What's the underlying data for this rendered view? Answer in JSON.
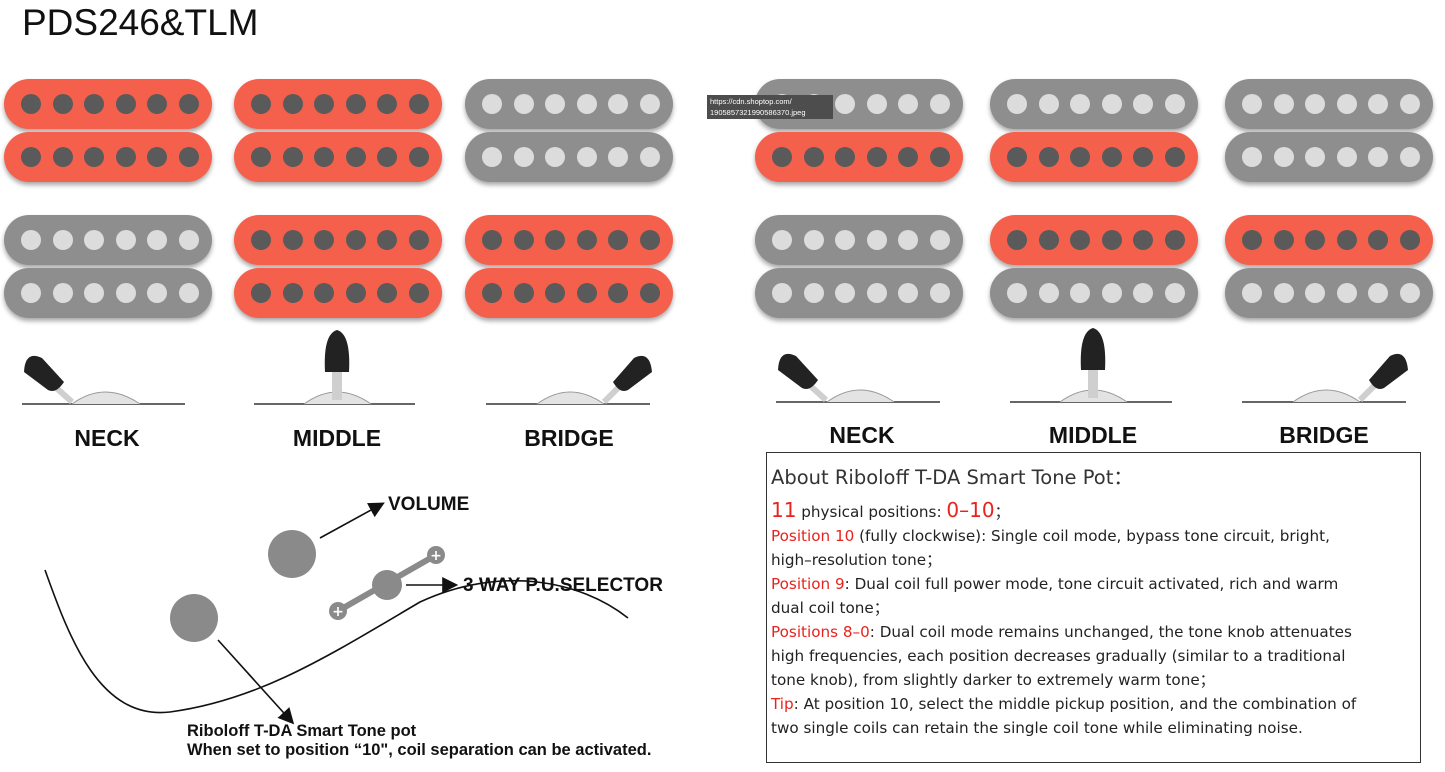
{
  "title": "PDS246&TLM",
  "left_group": {
    "neck_label": "NECK",
    "middle_label": "MIDDLE",
    "bridge_label": "BRIDGE"
  },
  "right_group": {
    "neck_label": "NECK",
    "middle_label": "MIDDLE",
    "bridge_label": "BRIDGE"
  },
  "tooltip": {
    "line1": "https://cdn.shoptop.com/",
    "line2": "1905857321990586370.jpeg"
  },
  "wiring": {
    "volume_label": "VOLUME",
    "selector_label": "3 WAY P.U.SELECTOR",
    "tone_line1": "Riboloff T-DA Smart Tone pot",
    "tone_line2": "When set to position “10\", coil separation can be activated."
  },
  "info": {
    "heading": "About Riboloff T-DA Smart Tone Pot：",
    "l1_num": "11",
    "l1_text": " physical positions: ",
    "l1_range": "0–10",
    "l1_end": "；",
    "l2_red": "Position 10",
    "l2_text": " (fully clockwise): Single coil mode, bypass tone circuit, bright,",
    "l3_text": "high–resolution tone；",
    "l4_red": "Position 9",
    "l4_text": ": Dual coil full power mode, tone circuit activated, rich and warm",
    "l5_text": "dual coil tone；",
    "l6_red": "Positions 8–0",
    "l6_text": ": Dual coil mode remains unchanged, the tone knob attenuates",
    "l7_text": "high frequencies, each position decreases gradually (similar to a traditional",
    "l8_text": "tone knob), from slightly darker to extremely warm tone；",
    "l9_red": "Tip",
    "l9_text": ": At position 10, select the middle pickup position, and the combination of",
    "l10_text": "two single coils can retain the single coil tone while eliminating noise."
  },
  "colors": {
    "active_coil": "#f4604c",
    "inactive_coil": "#8e8e8e",
    "highlight_text": "#e8231d"
  }
}
